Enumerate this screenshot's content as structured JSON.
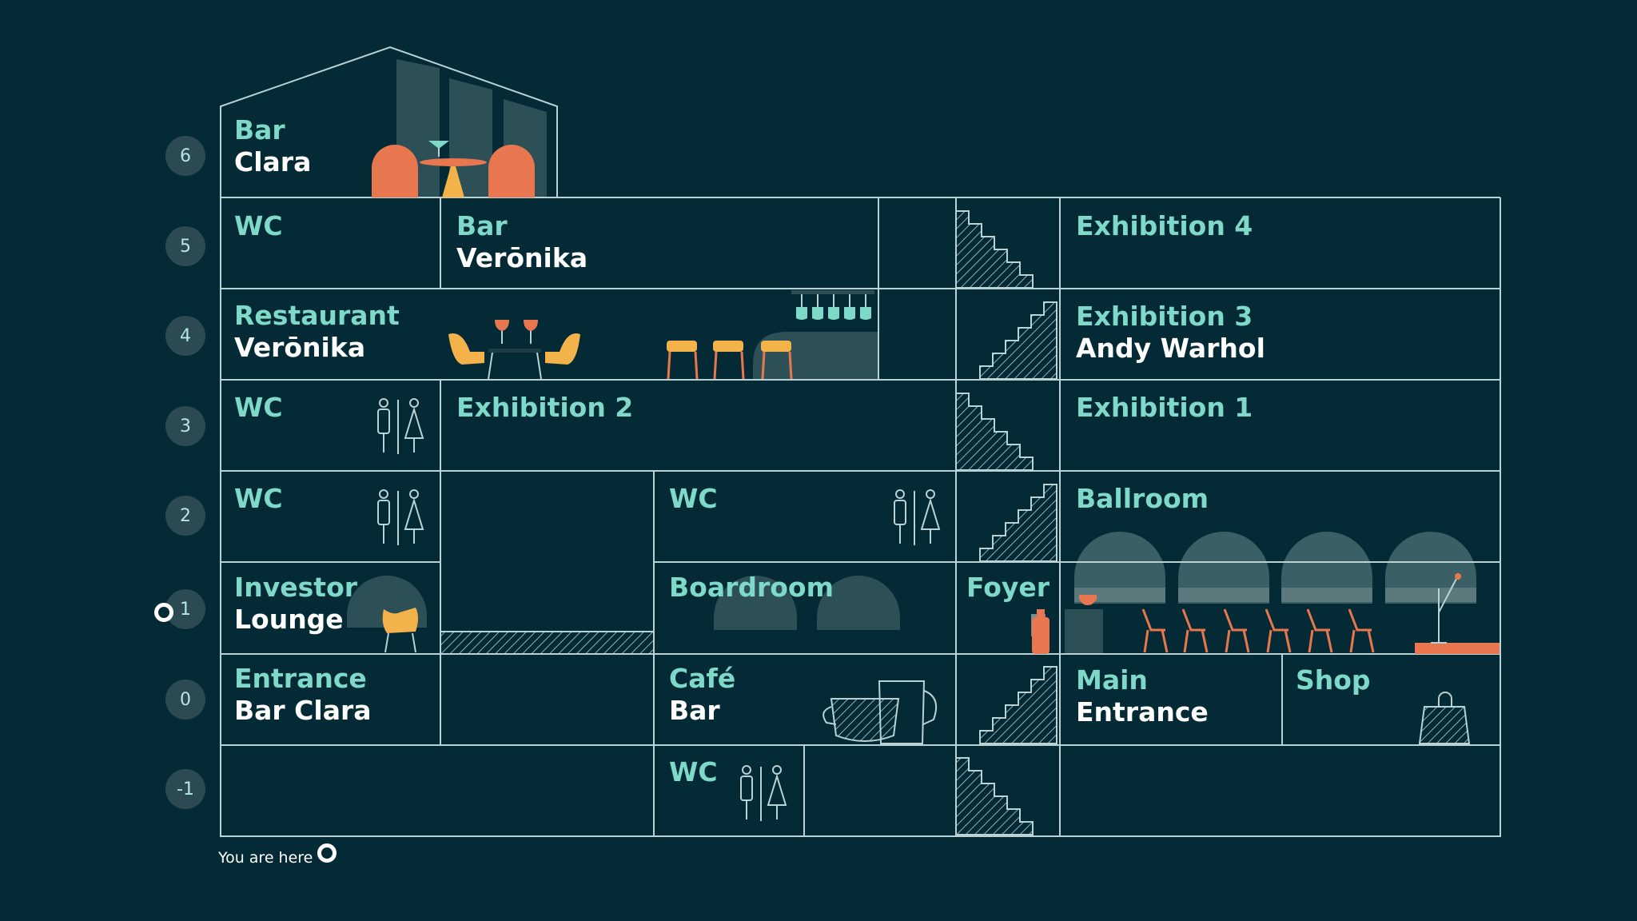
{
  "colors": {
    "background": "#042a35",
    "line": "#b9d2d4",
    "label_accent": "#7ed9c9",
    "label_name": "#ffffff",
    "badge_bg": "#2b4a52",
    "orange": "#e8764f",
    "yellow": "#f3b24a",
    "window": "#2d5057"
  },
  "floors": [
    "6",
    "5",
    "4",
    "3",
    "2",
    "1",
    "0",
    "-1"
  ],
  "you_are_here": {
    "floor": "1",
    "legend": "You are here"
  },
  "rooms": {
    "bar_clara": {
      "title": "Bar",
      "name": "Clara"
    },
    "wc_5": {
      "title": "WC"
    },
    "bar_veronika": {
      "title": "Bar",
      "name": "Verōnika"
    },
    "exhibition_4": {
      "title": "Exhibition 4"
    },
    "restaurant_veronika": {
      "title": "Restaurant",
      "name": "Verōnika"
    },
    "exhibition_3": {
      "title": "Exhibition 3",
      "name": "Andy Warhol"
    },
    "wc_3": {
      "title": "WC"
    },
    "exhibition_2": {
      "title": "Exhibition 2"
    },
    "exhibition_1": {
      "title": "Exhibition 1"
    },
    "wc_2_left": {
      "title": "WC"
    },
    "wc_2_mid": {
      "title": "WC"
    },
    "ballroom": {
      "title": "Ballroom"
    },
    "investor_lounge": {
      "title": "Investor",
      "name": "Lounge"
    },
    "boardroom": {
      "title": "Boardroom"
    },
    "foyer": {
      "title": "Foyer"
    },
    "entrance_bar_clara": {
      "title": "Entrance",
      "name": "Bar Clara"
    },
    "cafe_bar": {
      "title": "Café",
      "name": "Bar"
    },
    "main_entrance": {
      "title": "Main",
      "name": "Entrance"
    },
    "shop": {
      "title": "Shop"
    },
    "wc_minus1": {
      "title": "WC"
    }
  }
}
